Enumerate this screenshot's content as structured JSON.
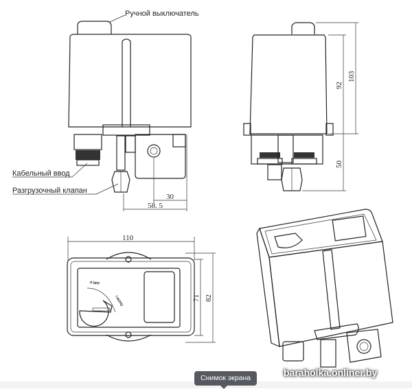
{
  "labels": {
    "manual_switch": "Ручной выключатель",
    "cable_entry": "Кабельный ввод",
    "relief_valve": "Разгрузочный клапан",
    "dial_off": "0 OFF",
    "dial_auto": "I AUTO"
  },
  "dimensions": {
    "d30": "30",
    "d58_5": "58. 5",
    "d92": "92",
    "d103": "103",
    "d50": "50",
    "d110": "110",
    "d71": "71",
    "d82": "82"
  },
  "overlay": {
    "tooltip": "Снимок экрана",
    "watermark": "baraholka.onliner.by"
  }
}
